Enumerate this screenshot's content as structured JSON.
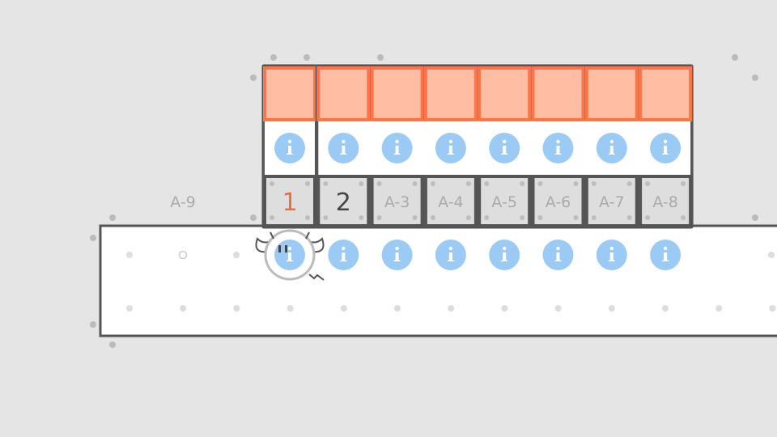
{
  "colors": {
    "background": "#e5e5e5",
    "outline": "#555555",
    "panel": "#ffffff",
    "occupied_fill": "#ffbda3",
    "occupied_border": "#ff7548",
    "info_circle": "#9bcaf5",
    "slot_fill": "#dedede",
    "dot": "#bbbbbb",
    "label_grey": "#aaaaaa",
    "label_dark": "#444444",
    "label_orange": "#f16a3a"
  },
  "columns": [
    {
      "label": "1",
      "label_style": "orange",
      "occupied": true
    },
    {
      "label": "2",
      "label_style": "dark",
      "occupied": true
    },
    {
      "label": "A-3",
      "label_style": "grey",
      "occupied": true
    },
    {
      "label": "A-4",
      "label_style": "grey",
      "occupied": true
    },
    {
      "label": "A-5",
      "label_style": "grey",
      "occupied": true
    },
    {
      "label": "A-6",
      "label_style": "grey",
      "occupied": true
    },
    {
      "label": "A-7",
      "label_style": "grey",
      "occupied": true
    },
    {
      "label": "A-8",
      "label_style": "grey",
      "occupied": true
    }
  ],
  "free_slot_label": "A-9",
  "info_icon": "info-icon",
  "character": {
    "icon": "round-creature-icon",
    "under_slot": "1"
  }
}
